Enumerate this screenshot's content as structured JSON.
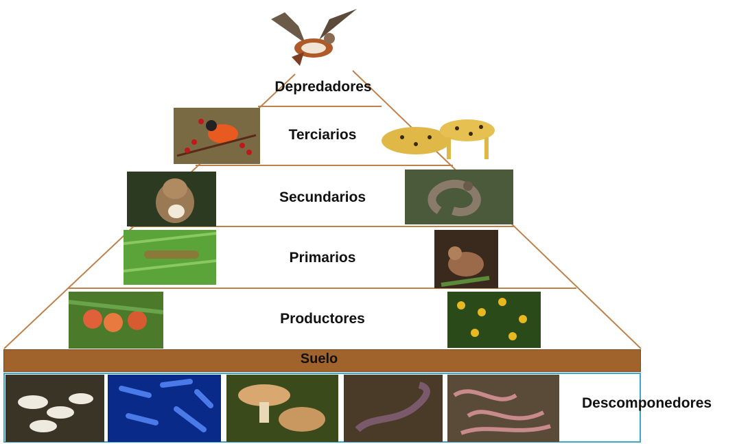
{
  "levels": {
    "depredadores": "Depredadores",
    "terciarios": "Terciarios",
    "secundarios": "Secundarios",
    "primarios": "Primarios",
    "productores": "Productores"
  },
  "suelo": "Suelo",
  "descomponedores": "Descomponedores",
  "photos": {
    "predator": "hawk",
    "tertiary_left": "red bird on berries",
    "tertiary_right": "leopards",
    "secondary_left": "chipmunk",
    "secondary_right": "snake",
    "primary_left": "caterpillar on leaf",
    "primary_right": "mouse",
    "producer_left": "peaches",
    "producer_right": "fruit tree",
    "decomposers": [
      "white mushrooms",
      "bacteria",
      "brown mushrooms",
      "centipede",
      "earthworms"
    ]
  },
  "colors": {
    "pyramid_line": "#c0804a",
    "soil": "#a0632b",
    "decomposer_border": "#3ba7c7"
  }
}
